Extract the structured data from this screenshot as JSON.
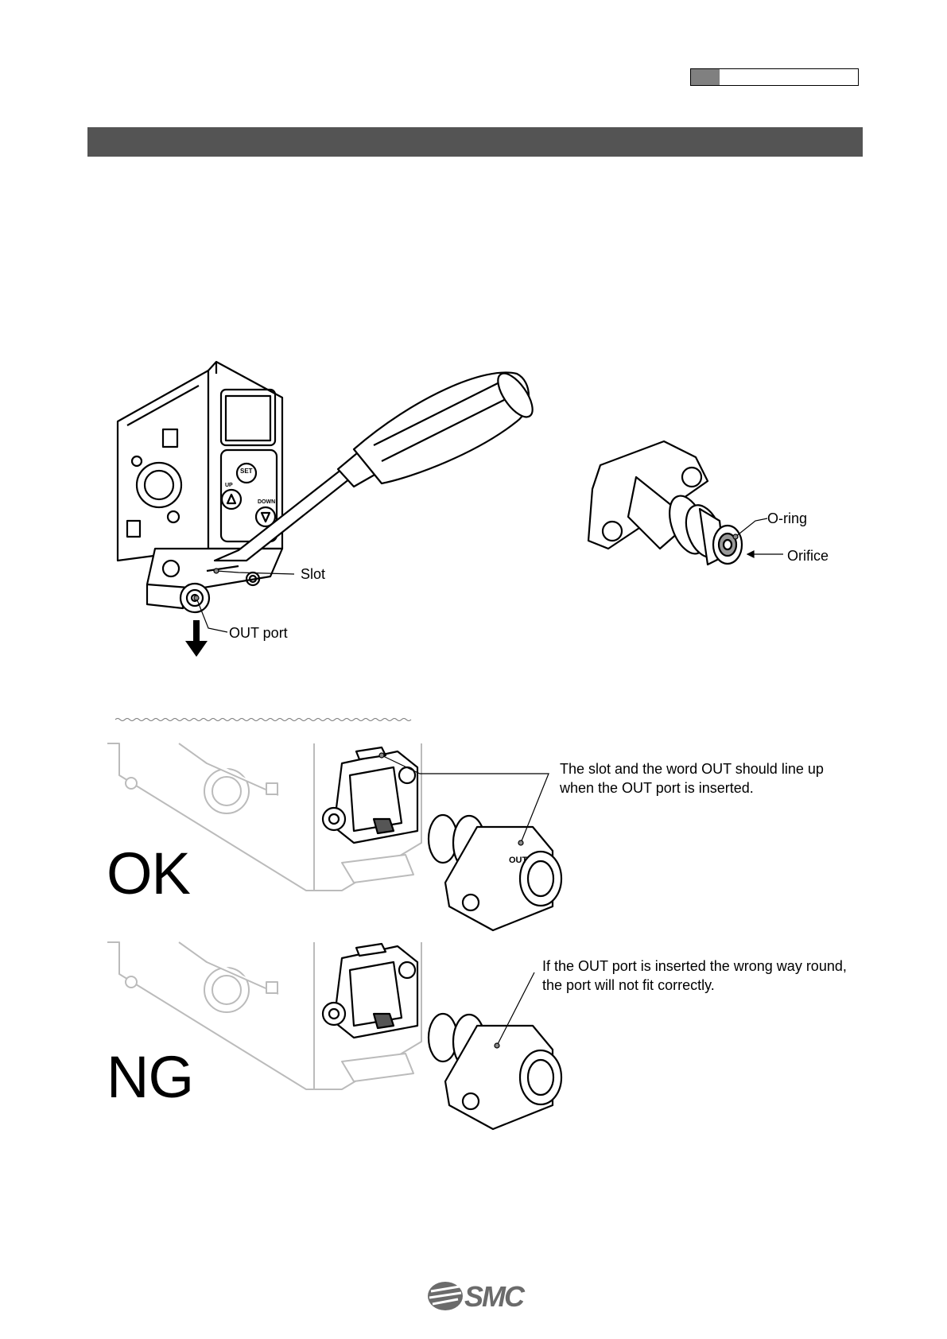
{
  "figure1": {
    "slot_label": "Slot",
    "out_port_label": "OUT port",
    "set_key": "SET",
    "up_key": "UP",
    "down_key": "DOWN"
  },
  "figure2": {
    "oring_label": "O-ring",
    "orifice_label": "Orifice"
  },
  "ok_case": {
    "mark": "OK",
    "note_line1": "The slot and the word OUT should line up",
    "note_line2": "when the OUT port is inserted.",
    "port_text": "OUT"
  },
  "ng_case": {
    "mark": "NG",
    "note_line1": "If the OUT port is inserted the wrong way round,",
    "note_line2": "the port will not fit correctly."
  },
  "footer": {
    "logo_text": "SMC"
  }
}
